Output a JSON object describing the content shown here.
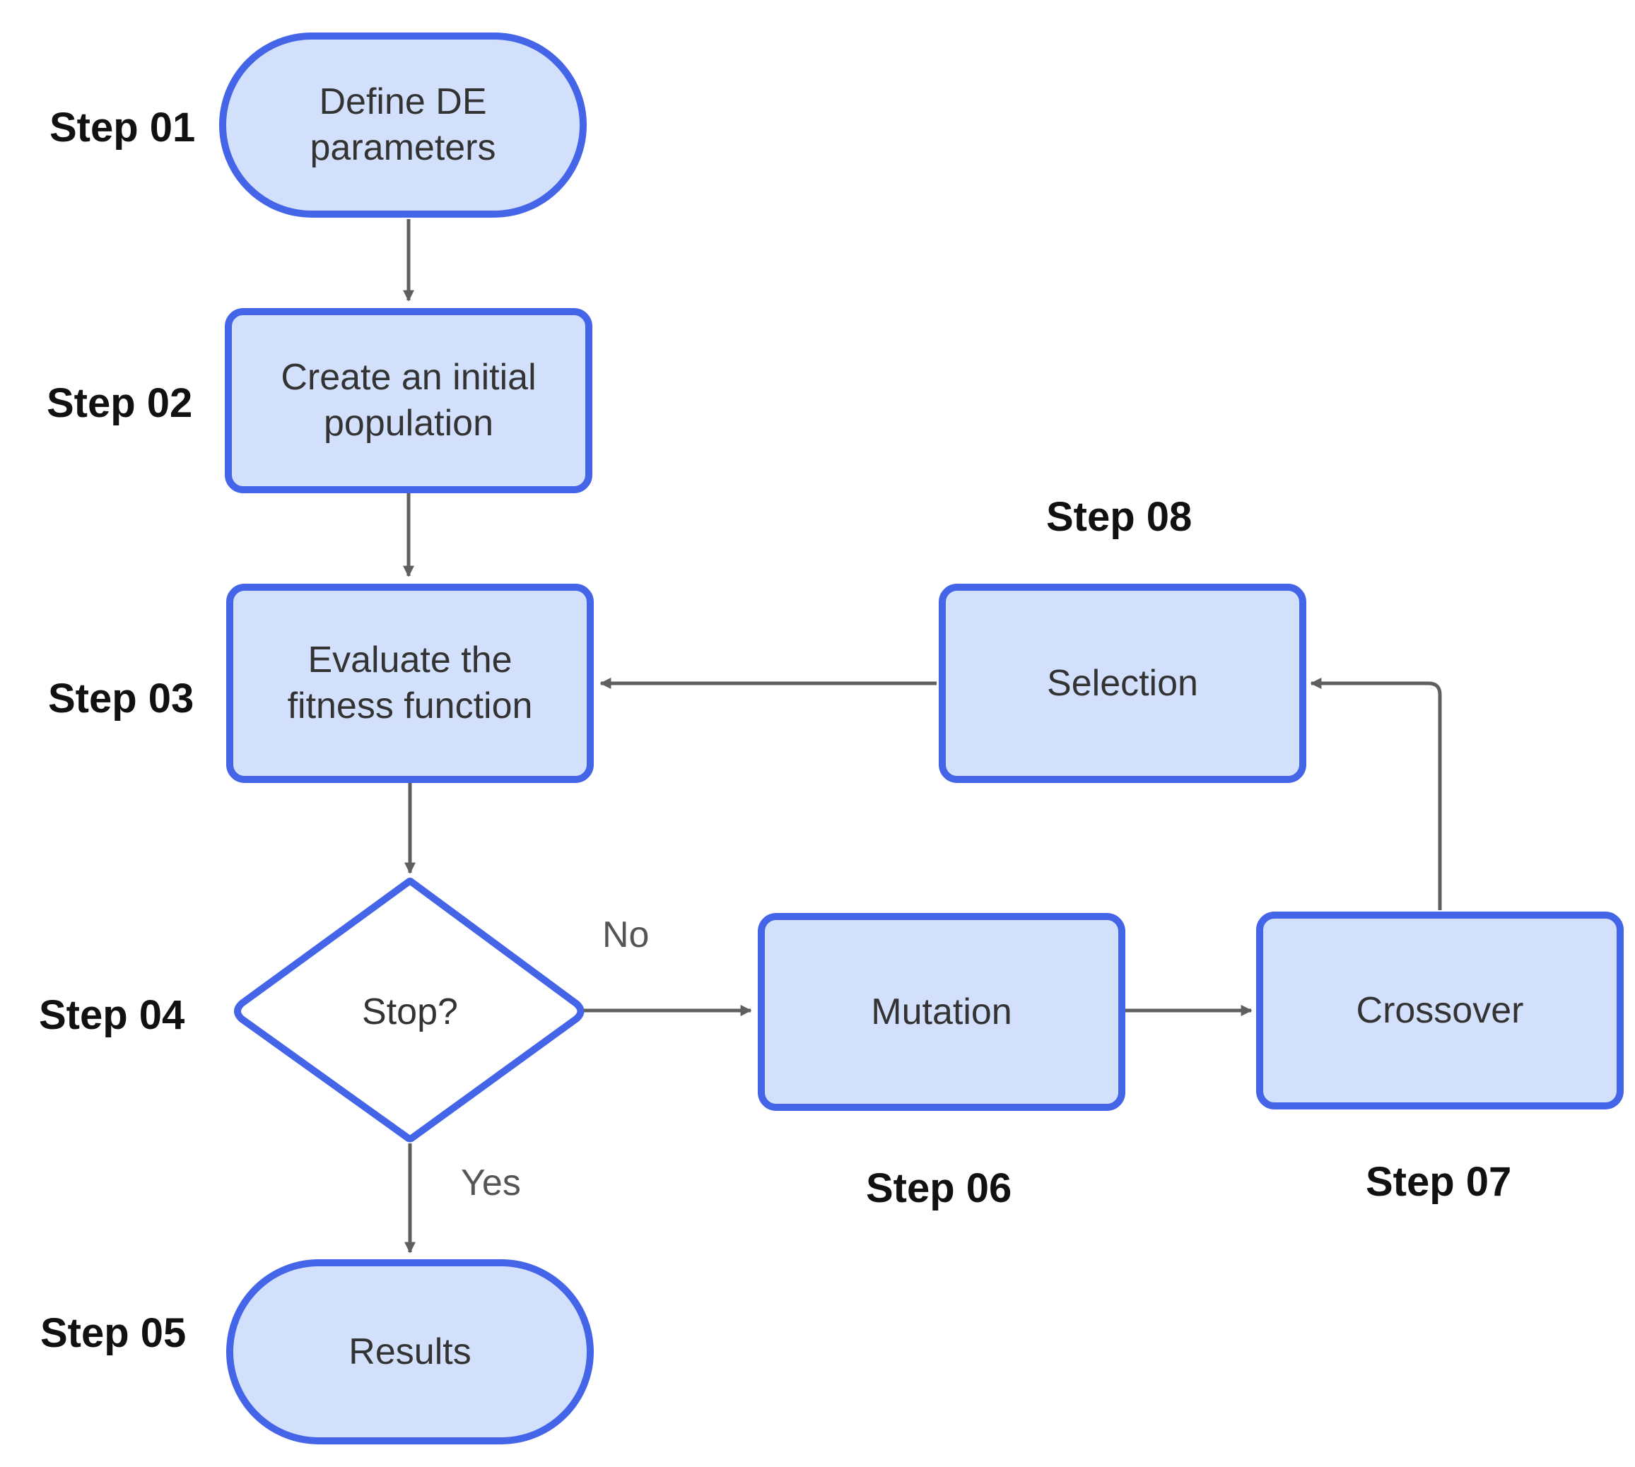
{
  "colors": {
    "node_fill": "#d3e0fc",
    "node_border": "#4565e8",
    "decision_fill": "#ffffff",
    "arrow": "#5f5f5f",
    "step_label": "#111111",
    "edge_label": "#555555"
  },
  "nodes": {
    "define": "Define DE\nparameters",
    "initial_population": "Create an initial\npopulation",
    "evaluate": "Evaluate the\nfitness function",
    "stop": "Stop?",
    "results": "Results",
    "mutation": "Mutation",
    "crossover": "Crossover",
    "selection": "Selection"
  },
  "steps": {
    "s01": "Step 01",
    "s02": "Step 02",
    "s03": "Step 03",
    "s04": "Step 04",
    "s05": "Step 05",
    "s06": "Step 06",
    "s07": "Step 07",
    "s08": "Step 08"
  },
  "edges": {
    "no": "No",
    "yes": "Yes"
  }
}
